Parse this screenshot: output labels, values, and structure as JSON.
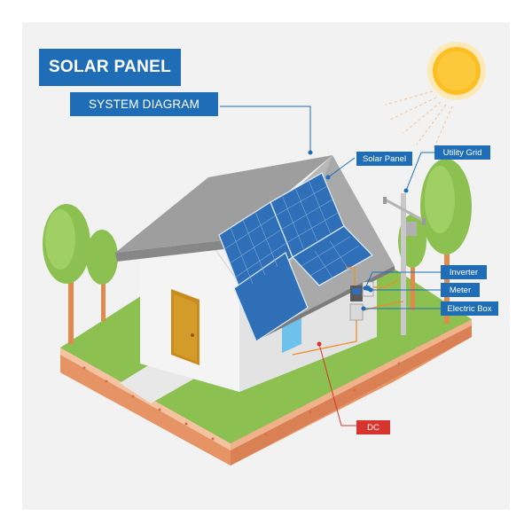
{
  "title": "SOLAR PANEL",
  "subtitle": "SYSTEM DIAGRAM",
  "labels": {
    "solar_panel": "Solar Panel",
    "utility_grid": "Utility Grid",
    "inverter": "Inverter",
    "meter": "Meter",
    "electric_box": "Electric Box",
    "dc": "DC"
  },
  "colors": {
    "label_blue": "#1e6db6",
    "dc_red": "#d7342f",
    "wire_orange": "#f28c28",
    "panel_blue": "#2f6fb7",
    "grass_green": "#8cc152",
    "soil": "#e69466",
    "sun": "#fbbf24"
  }
}
